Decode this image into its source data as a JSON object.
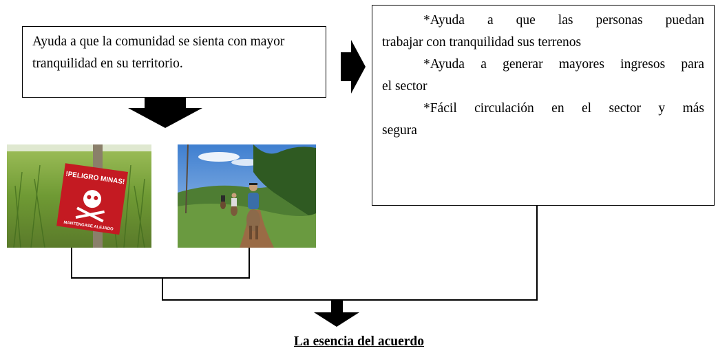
{
  "left_box": {
    "text": "Ayuda a que la comunidad se sienta con mayor tranquilidad en su territorio."
  },
  "right_box": {
    "items": [
      {
        "lines": [
          "*Ayuda a que las personas puedan",
          "trabajar con tranquilidad sus terrenos"
        ]
      },
      {
        "lines": [
          "*Ayuda a generar mayores ingresos para",
          "el sector"
        ]
      },
      {
        "lines": [
          "*Fácil circulación en el sector y más",
          "segura"
        ]
      }
    ]
  },
  "photos": {
    "sign_text_top": "!PELIGRO MINAS!",
    "sign_text_bottom": "MANTENGASE ALEJADO"
  },
  "footer": {
    "title": "La esencia del acuerdo"
  },
  "colors": {
    "line": "#000000",
    "sign_red": "#c41a22"
  }
}
